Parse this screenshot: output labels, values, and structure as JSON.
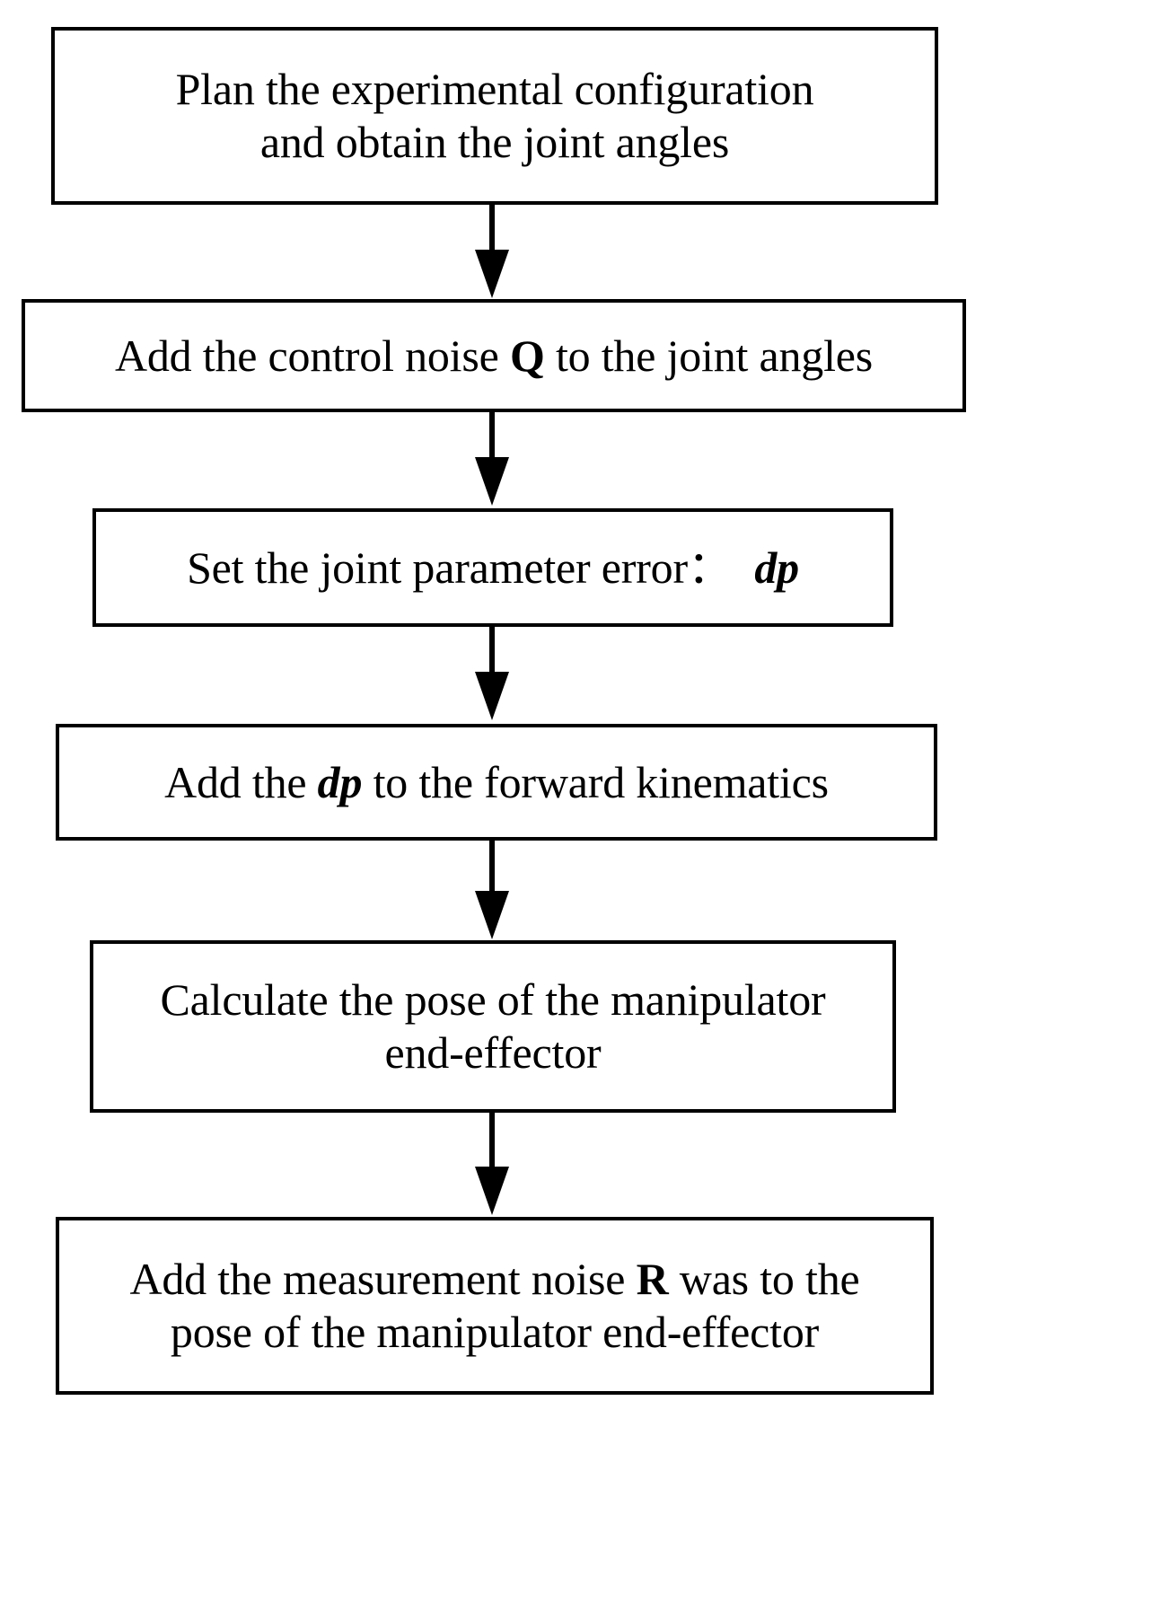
{
  "diagram": {
    "type": "flowchart",
    "orientation": "vertical",
    "title": "",
    "background_color": "#ffffff",
    "stroke_color": "#000000",
    "text_color": "#000000",
    "nodes": [
      {
        "id": "node-1",
        "shape": "rectangle",
        "lines": [
          "Plan the experimental configuration",
          "and obtain the joint angles"
        ],
        "text": "Plan the experimental configuration and obtain the joint angles"
      },
      {
        "id": "node-2",
        "shape": "rectangle",
        "lines": [
          "Add the control noise Q to the joint angles"
        ],
        "text": "Add the control noise Q to the joint angles",
        "emphasis": [
          {
            "token": "Q",
            "style": "bold"
          }
        ]
      },
      {
        "id": "node-3",
        "shape": "rectangle",
        "lines": [
          "Set the joint parameter error： dp"
        ],
        "text": "Set the joint parameter error： dp",
        "emphasis": [
          {
            "token": "dp",
            "style": "bold-italic"
          }
        ]
      },
      {
        "id": "node-4",
        "shape": "rectangle",
        "lines": [
          "Add the dp to the forward kinematics"
        ],
        "text": "Add the dp to the forward kinematics",
        "emphasis": [
          {
            "token": "dp",
            "style": "bold-italic"
          }
        ]
      },
      {
        "id": "node-5",
        "shape": "rectangle",
        "lines": [
          "Calculate the pose of the manipulator",
          "end-effector"
        ],
        "text": "Calculate the pose of the manipulator end-effector"
      },
      {
        "id": "node-6",
        "shape": "rectangle",
        "lines": [
          "Add the measurement noise R was to the",
          "pose of the manipulator end-effector"
        ],
        "text": "Add the measurement noise R was to the pose of the manipulator end-effector",
        "emphasis": [
          {
            "token": "R",
            "style": "bold"
          }
        ]
      }
    ],
    "edges": [
      {
        "id": "edge-1-2",
        "from": "node-1",
        "to": "node-2",
        "arrow": "down"
      },
      {
        "id": "edge-2-3",
        "from": "node-2",
        "to": "node-3",
        "arrow": "down"
      },
      {
        "id": "edge-3-4",
        "from": "node-3",
        "to": "node-4",
        "arrow": "down"
      },
      {
        "id": "edge-4-5",
        "from": "node-4",
        "to": "node-5",
        "arrow": "down"
      },
      {
        "id": "edge-5-6",
        "from": "node-5",
        "to": "node-6",
        "arrow": "down"
      }
    ]
  },
  "node_text": {
    "n1_l1": "Plan the experimental configuration",
    "n1_l2": "and obtain the joint angles",
    "n2_pre": "Add the control noise ",
    "n2_sym": "Q",
    "n2_post": " to the joint angles",
    "n3_pre": "Set the joint parameter error：",
    "n3_sym": "dp",
    "n4_pre": "Add the ",
    "n4_sym": "dp",
    "n4_post": " to the forward kinematics",
    "n5_l1": "Calculate the pose of the manipulator",
    "n5_l2": "end-effector",
    "n6_pre": "Add the measurement noise ",
    "n6_sym": "R",
    "n6_post": " was to the",
    "n6_l2": "pose of the manipulator end-effector"
  }
}
